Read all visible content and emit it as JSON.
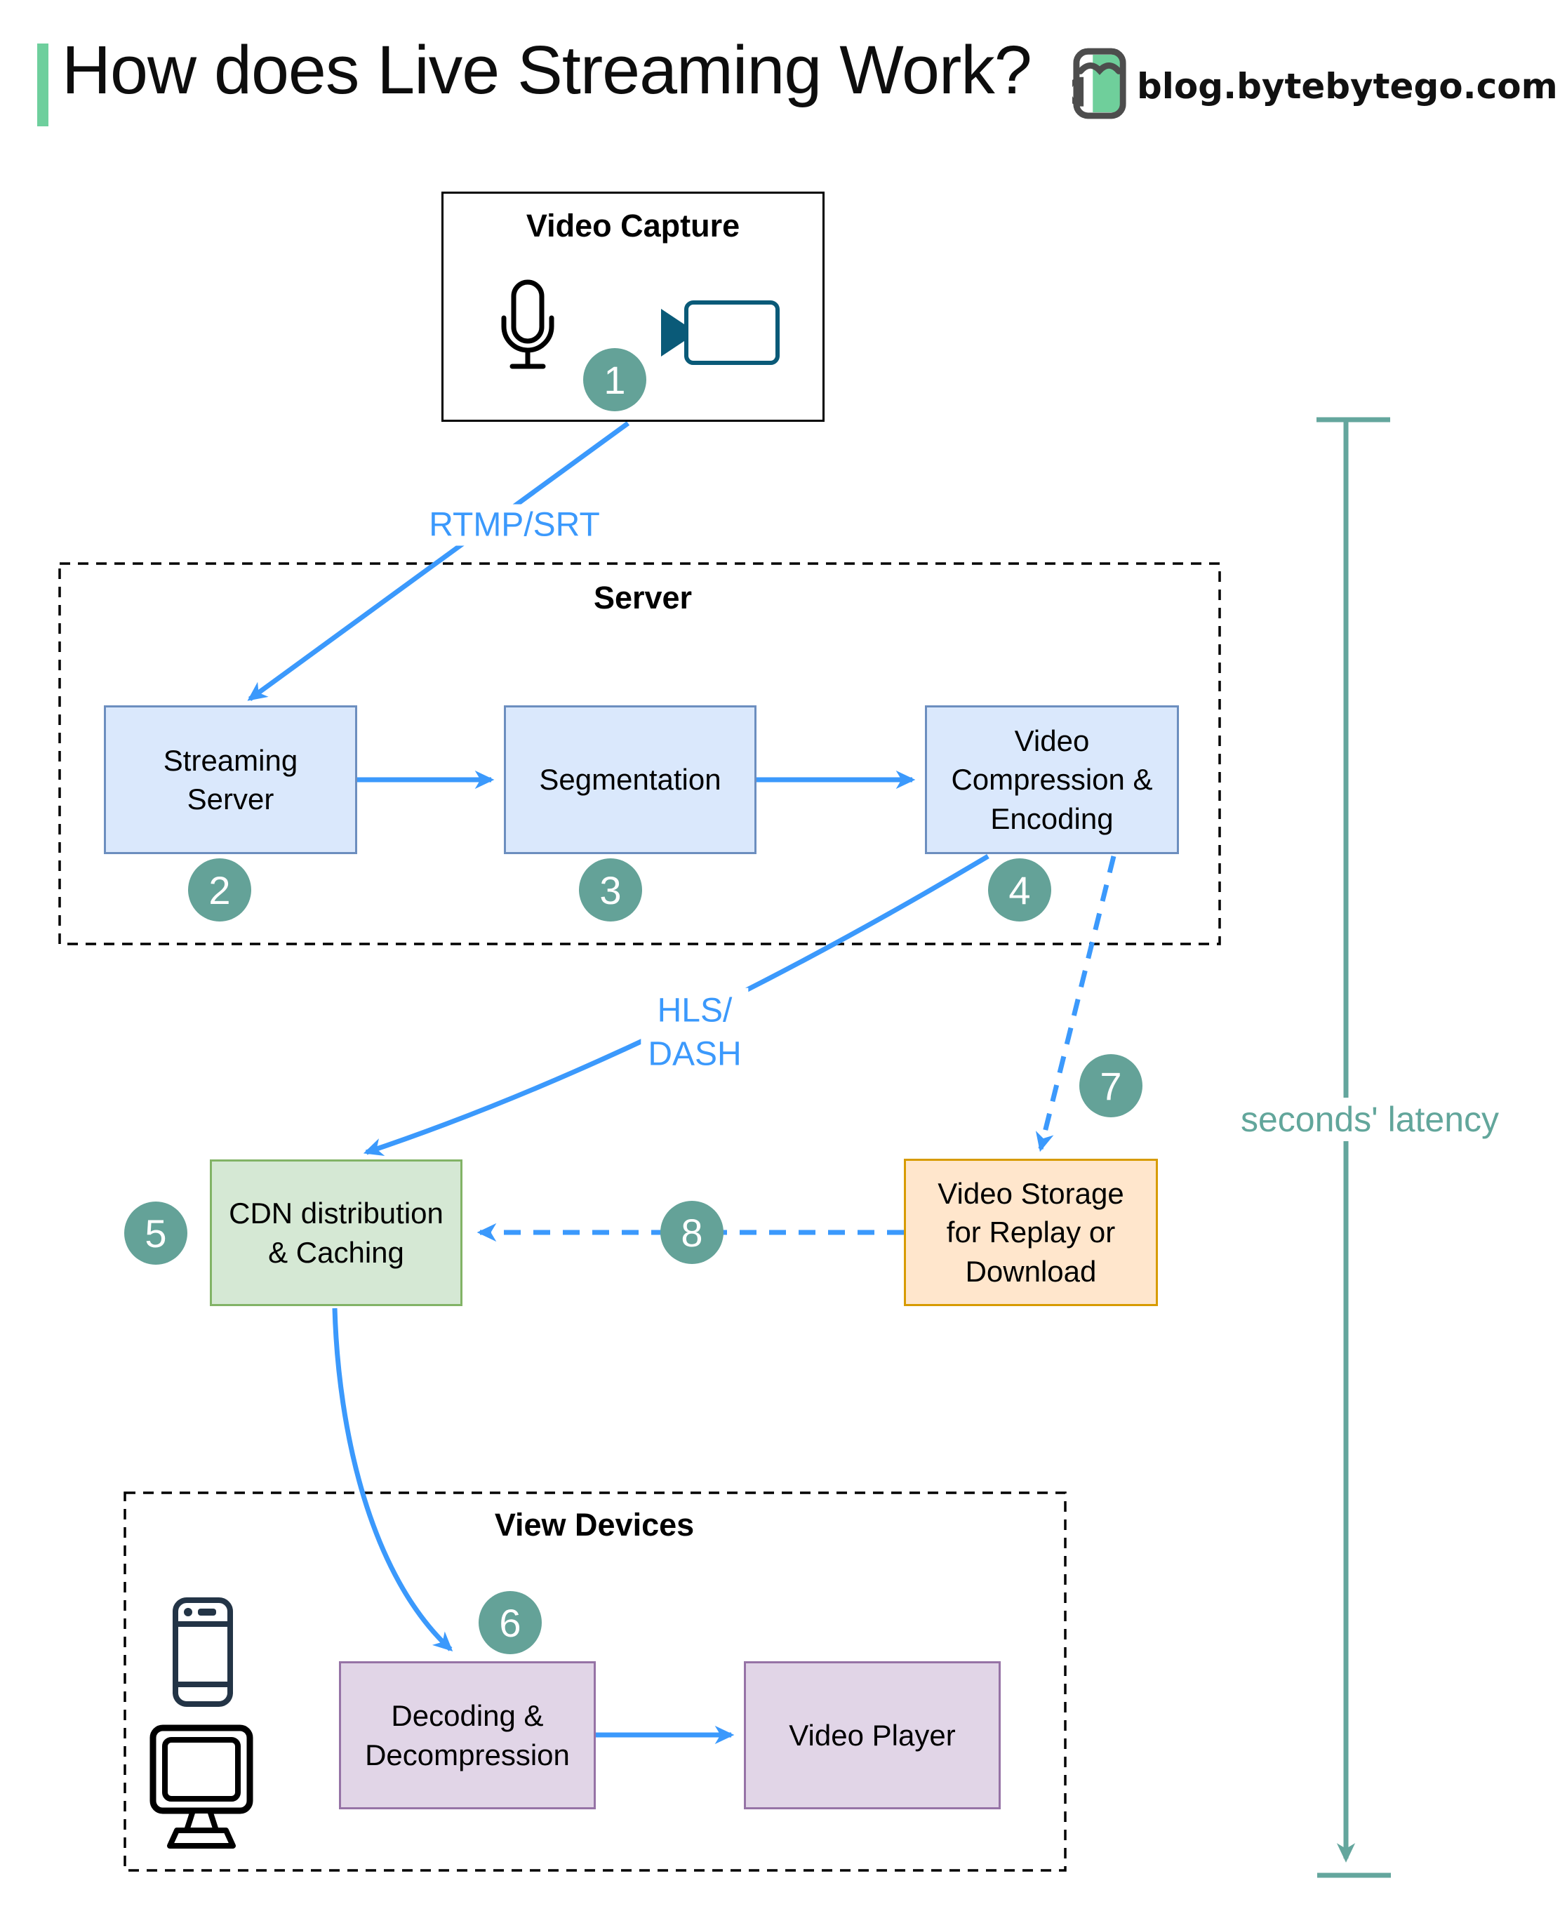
{
  "page": {
    "title": "How does Live Streaming Work?",
    "brand": "blog.bytebytego.com"
  },
  "groups": {
    "server": {
      "label": "Server"
    },
    "view_devices": {
      "label": "View Devices"
    }
  },
  "nodes": {
    "video_capture": {
      "title": "Video Capture"
    },
    "streaming_server": {
      "label": "Streaming\nServer"
    },
    "segmentation": {
      "label": "Segmentation"
    },
    "video_compression": {
      "label": "Video\nCompression &\nEncoding"
    },
    "cdn": {
      "label": "CDN distribution\n& Caching"
    },
    "video_storage": {
      "label": "Video Storage\nfor Replay or\nDownload"
    },
    "decoding": {
      "label": "Decoding &\nDecompression"
    },
    "video_player": {
      "label": "Video Player"
    }
  },
  "edge_labels": {
    "ingest_protocol": "RTMP/SRT",
    "delivery_protocol": "HLS/\nDASH"
  },
  "latency_label": "seconds' latency",
  "steps": [
    "1",
    "2",
    "3",
    "4",
    "5",
    "6",
    "7",
    "8"
  ],
  "colors": {
    "arrow_blue": "#3b99fc",
    "node_blue_fill": "#dae8fc",
    "node_blue_border": "#6c8ebf",
    "node_green_fill": "#d5e8d4",
    "node_green_border": "#82b366",
    "node_orange_fill": "#ffe6cc",
    "node_orange_border": "#d79b00",
    "node_purple_fill": "#e1d5e7",
    "node_purple_border": "#9673a6",
    "step_badge_teal": "#64a298",
    "latency_teal": "#62a69b",
    "title_accent_green": "#6ecf9d"
  }
}
